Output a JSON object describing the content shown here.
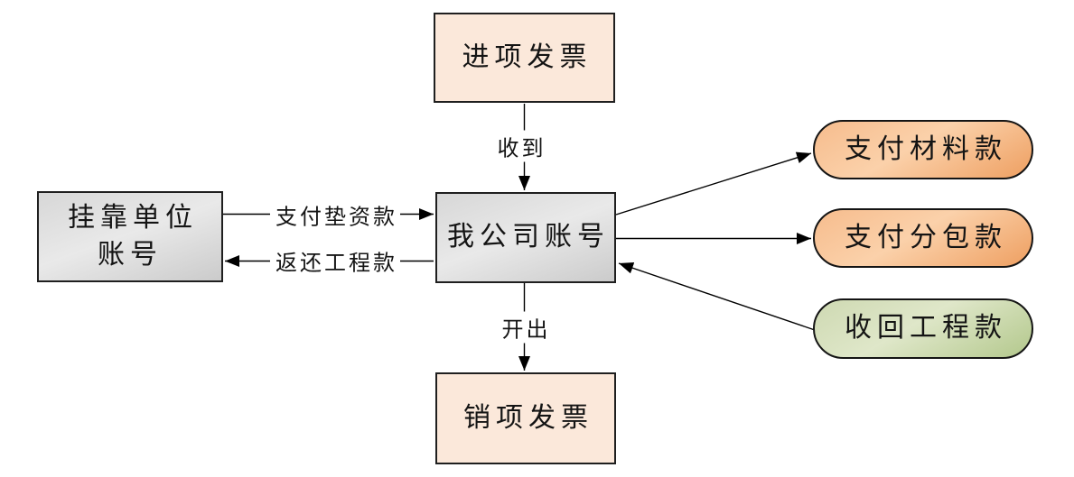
{
  "diagram_type": "flowchart",
  "nodes": {
    "input_invoice": {
      "label": "进项发票",
      "shape": "rectangle",
      "fill": "#fbe8da"
    },
    "output_invoice": {
      "label": "销项发票",
      "shape": "rectangle",
      "fill": "#fbe8da"
    },
    "company_account": {
      "label": "我公司账号",
      "shape": "rectangle",
      "fill": "#dcdcdc"
    },
    "affiliated_account": {
      "label": "挂靠单位\n账号",
      "shape": "rectangle",
      "fill": "#dcdcdc"
    },
    "pay_materials": {
      "label": "支付材料款",
      "shape": "rounded-pill",
      "fill": "#f4b183"
    },
    "pay_subcontract": {
      "label": "支付分包款",
      "shape": "rounded-pill",
      "fill": "#f4b183"
    },
    "recover_project": {
      "label": "收回工程款",
      "shape": "rounded-pill",
      "fill": "#c5d6a2"
    }
  },
  "edges": [
    {
      "from": "input_invoice",
      "to": "company_account",
      "label": "收到"
    },
    {
      "from": "affiliated_account",
      "to": "company_account",
      "label": "支付垫资款"
    },
    {
      "from": "company_account",
      "to": "affiliated_account",
      "label": "返还工程款"
    },
    {
      "from": "company_account",
      "to": "output_invoice",
      "label": "开出"
    },
    {
      "from": "company_account",
      "to": "pay_materials",
      "label": ""
    },
    {
      "from": "company_account",
      "to": "pay_subcontract",
      "label": ""
    },
    {
      "from": "recover_project",
      "to": "company_account",
      "label": ""
    }
  ],
  "colors": {
    "background": "#ffffff",
    "border": "#1f1f1f",
    "arrow": "#000000",
    "text": "#141414",
    "invoice_fill": "#fbe8da",
    "account_fill": "#dcdcdc",
    "payment_fill": "#f4b183",
    "recover_fill": "#c5d6a2"
  }
}
